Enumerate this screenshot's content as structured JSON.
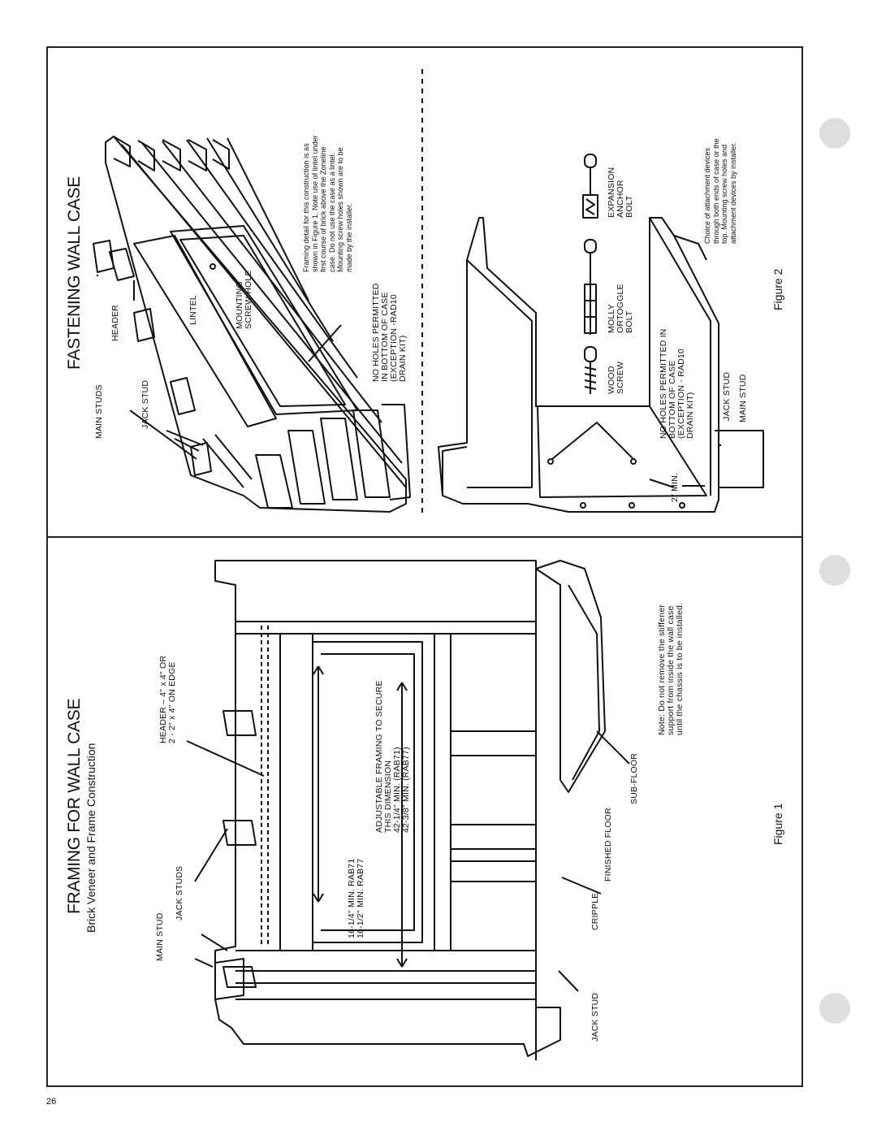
{
  "page_number": "26",
  "figure2": {
    "title": "FASTENING WALL CASE",
    "caption": "Figure 2",
    "labels": {
      "main_studs": "MAIN STUDS",
      "jack_stud": "JACK STUD",
      "header": "HEADER",
      "lintel": "LINTEL",
      "mounting_screw_hole": "MOUNTING\nSCREW HOLE",
      "no_holes_top": "NO HOLES PERMITTED\nIN BOTTOM OF CASE\n(EXCEPTION -RAD10\nDRAIN KIT)",
      "framing_note": "Framing detail for this construction is as\nshown in Figure 1. Note use of lintel under\nfirst course of brick above the Zoneline\ncase. Do not use the case as a lintel.\nMounting screw holes shown are to be\nmade by the installer.",
      "wood_screw": "WOOD\nSCREW",
      "molly_bolt": "MOLLY\nORTOGGLE\nBOLT",
      "expansion_anchor": "EXPANSION\nANCHOR\nBOLT",
      "no_holes_bottom": "NO HOLES PERMITTED IN\nBOTTOM OF CASE\n(EXCEPTION - RAD10\nDRAIN KIT)",
      "jack_stud_2": "JACK STUD",
      "main_stud_2": "MAIN STUD",
      "two_min": "2\" MIN.",
      "choice_note": "Choice of attachment devices\nthrough both ends of case or the\ntop. Mounting screw holes and\nattachment devices by installer."
    }
  },
  "figure1": {
    "title": "FRAMING FOR WALL CASE",
    "subtitle": "Brick Veneer and Frame Construction",
    "caption": "Figure 1",
    "labels": {
      "main_stud": "MAIN STUD",
      "jack_studs": "JACK STUDS",
      "header": "HEADER – 4\" x 4\" OR\n2 - 2\" x 4\" ON EDGE",
      "dimension_min": "16-1/4\" MIN. RAB71\n16-1/2\" MIN. RAB77",
      "adjustable": "ADJUSTABLE FRAMING TO SECURE\nTHIS DIMENSION\n42-1/4\" MIN. (RAB71)\n42-3/8\" MIN. (RAB77)",
      "jack_stud": "JACK STUD",
      "cripple": "CRIPPLE",
      "finished_floor": "FINISHED FLOOR",
      "sub_floor": "SUB-FLOOR",
      "note": "Note: Do not remove the stiffener\nsupport from inside the wall case\nuntil the chassis is to be installed."
    }
  }
}
